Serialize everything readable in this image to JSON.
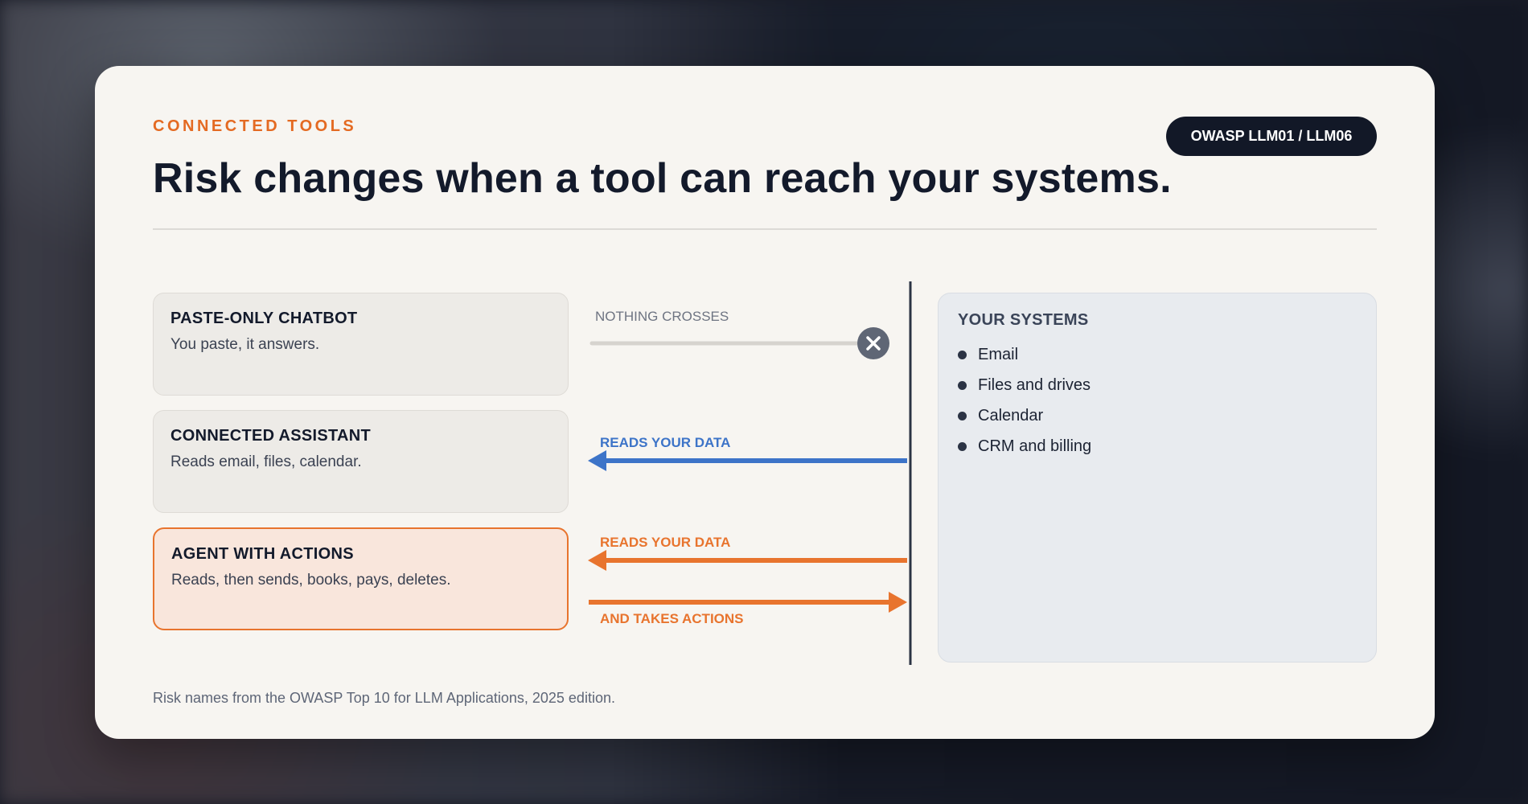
{
  "eyebrow": "CONNECTED TOOLS",
  "title": "Risk changes when a tool can reach your systems.",
  "badge": "OWASP LLM01 / LLM06",
  "tiers": [
    {
      "name": "PASTE-ONLY CHATBOT",
      "description": "You paste, it answers."
    },
    {
      "name": "CONNECTED ASSISTANT",
      "description": "Reads email, files, calendar."
    },
    {
      "name": "AGENT WITH ACTIONS",
      "description": "Reads, then sends, books, pays, deletes."
    }
  ],
  "flows": {
    "blocked_label": "NOTHING CROSSES",
    "reads_label": "READS YOUR DATA",
    "agent_reads_label": "READS YOUR DATA",
    "actions_label": "AND TAKES ACTIONS"
  },
  "systems": {
    "title": "YOUR SYSTEMS",
    "items": [
      "Email",
      "Files and drives",
      "Calendar",
      "CRM and billing"
    ]
  },
  "footnote": "Risk names from the OWASP Top 10 for LLM Applications, 2025 edition.",
  "colors": {
    "accent_orange": "#e8742e",
    "read_blue": "#3d74c8",
    "navy": "#121827",
    "muted_gray": "#6e7482"
  }
}
